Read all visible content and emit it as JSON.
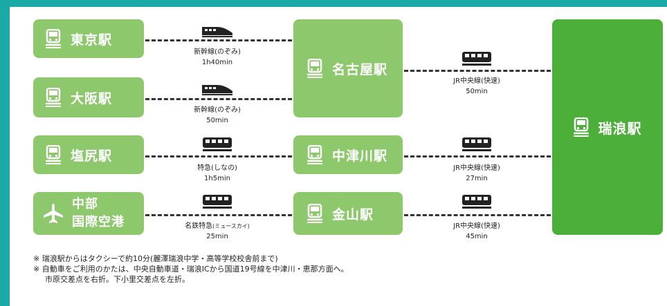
{
  "origins": [
    {
      "label": "東京駅"
    },
    {
      "label": "大阪駅"
    },
    {
      "label": "塩尻駅"
    },
    {
      "label_line1": "中部",
      "label_line2": "国際空港"
    }
  ],
  "hubs": [
    {
      "label": "名古屋駅"
    },
    {
      "label": "中津川駅"
    },
    {
      "label": "金山駅"
    }
  ],
  "destination": {
    "label": "瑞浪駅"
  },
  "routes": [
    {
      "name": "新幹線(のぞみ)",
      "time": "1h40min",
      "vehicle": "shinkansen-icon"
    },
    {
      "name": "新幹線(のぞみ)",
      "time": "50min",
      "vehicle": "shinkansen-icon"
    },
    {
      "name": "特急(しなの)",
      "time": "1h5min",
      "vehicle": "train-icon"
    },
    {
      "name": "名鉄特急",
      "name_sub": "(ミュースカイ)",
      "time": "25min",
      "vehicle": "train-icon"
    },
    {
      "name": "JR中央線(快速)",
      "time": "50min",
      "vehicle": "train-icon"
    },
    {
      "name": "JR中央線(快速)",
      "time": "27min",
      "vehicle": "train-icon"
    },
    {
      "name": "JR中央線(快速)",
      "time": "45min",
      "vehicle": "train-icon"
    }
  ],
  "notes": [
    "※ 瑞浪駅からはタクシーで約10分(麗澤瑞浪中学・高等学校校舎前まで)",
    "※ 自動車をご利用のかたは、中央自動車道・瑞浪ICから国道19号線を中津川・恵那方面へ。",
    "市原交差点を右折。下小里交差点を左折。"
  ],
  "colors": {
    "teal": "#1aa9a4",
    "box": "#8dc86c",
    "destination": "#4caf3a",
    "icon": "#222222"
  }
}
